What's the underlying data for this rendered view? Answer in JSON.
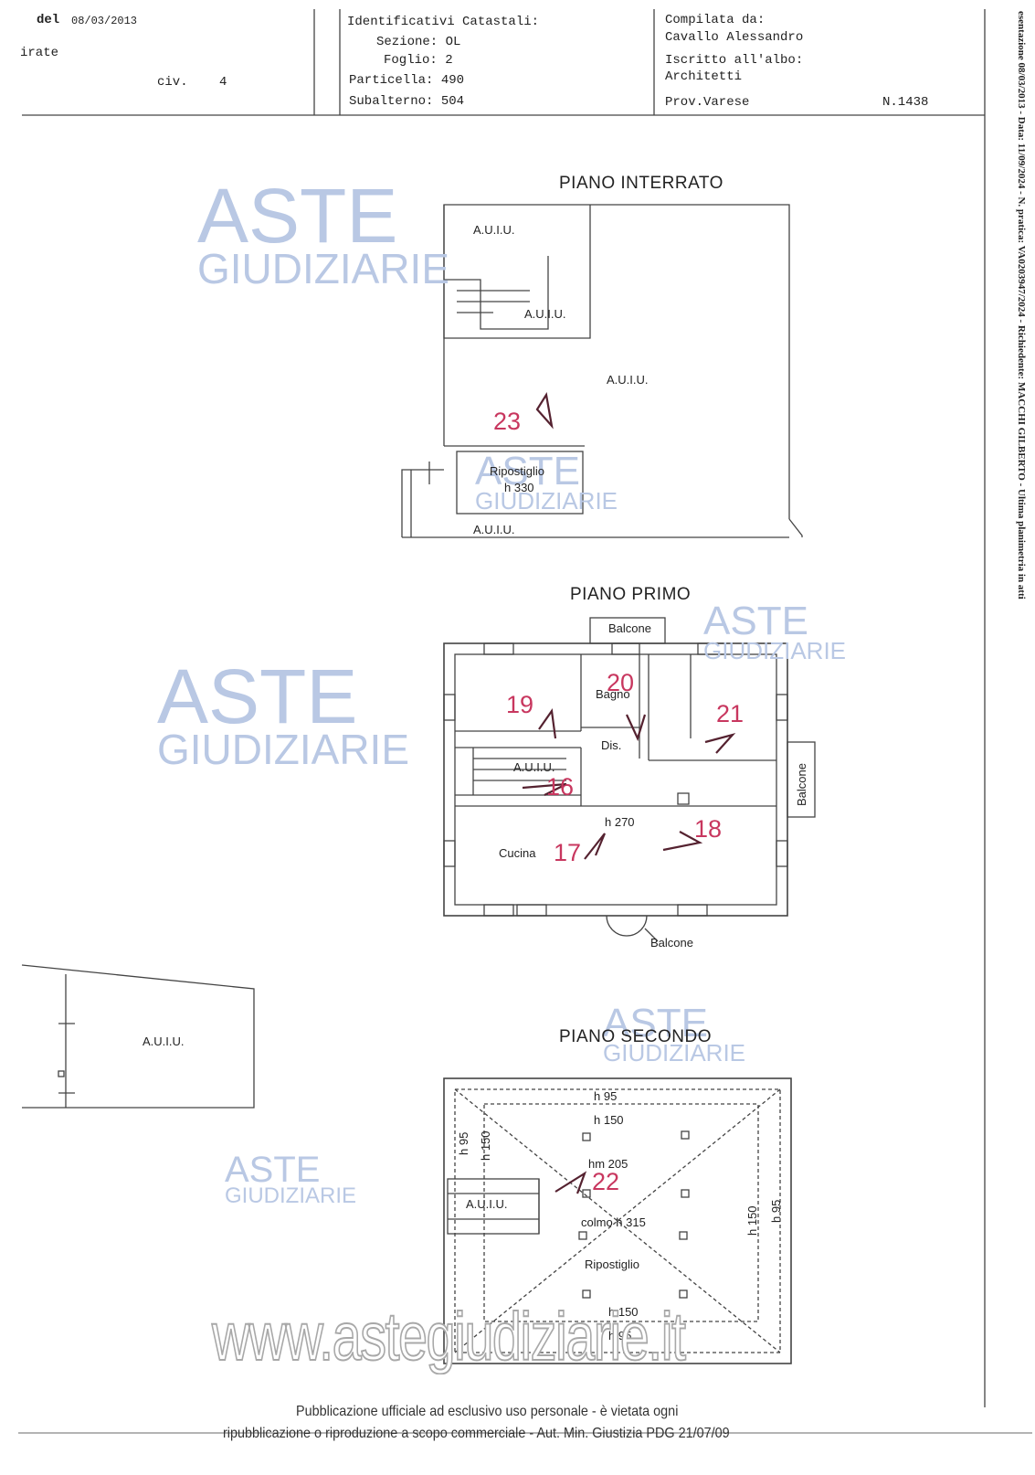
{
  "header": {
    "date_label": "del",
    "date_value": "08/03/2013",
    "left_fragment": "irate",
    "civ_label": "civ.",
    "civ_value": "4",
    "ident_title": "Identificativi Catastali:",
    "sezione": "Sezione: OL",
    "foglio": "Foglio: 2",
    "particella": "Particella: 490",
    "subalterno": "Subalterno: 504",
    "compilata_label": "Compilata da:",
    "compilata_name": "Cavallo Alessandro",
    "iscritto_label": "Iscritto all'albo:",
    "iscritto_value": "Architetti",
    "prov": "Prov.Varese",
    "numero": "N.1438"
  },
  "side_note": "esentazione 08/03/2013 - Data: 11/09/2024 - N. pratica: VA0203947/2024 - Richiedente: MACCHI GILBERTO - Ultima planimetria in atti",
  "piano_interrato": {
    "title": "PIANO INTERRATO",
    "labels": [
      "A.U.I.U.",
      "A.U.I.U.",
      "A.U.I.U.",
      "Ripostiglio",
      "h 330",
      "A.U.I.U."
    ],
    "marker": "23"
  },
  "piano_primo": {
    "title": "PIANO PRIMO",
    "balcone_top": "Balcone",
    "bagno": "Bagno",
    "dis": "Dis.",
    "auiu": "A.U.I.U.",
    "h": "h 270",
    "cucina": "Cucina",
    "balcone_right": "Balcone",
    "balcone_bottom": "Balcone",
    "markers": [
      "19",
      "20",
      "21",
      "16",
      "17",
      "18"
    ]
  },
  "annex": {
    "label": "A.U.I.U."
  },
  "piano_secondo": {
    "title": "PIANO SECONDO",
    "h95_top": "h 95",
    "h150_top": "h 150",
    "h95_left": "h 95",
    "h150_left": "h 150",
    "hm": "hm 205",
    "auiu": "A.U.I.U.",
    "colmo": "colmo h 315",
    "h150_right": "h 150",
    "h95_right": "h 95",
    "ripostiglio": "Ripostiglio",
    "h150_bottom": "h 150",
    "h95_bottom": "h 95",
    "marker": "22"
  },
  "watermarks": {
    "aste": "ASTE",
    "giudiziarie": "GIUDIZIARIE",
    "url": "www.astegiudiziarie.it"
  },
  "footer": {
    "line1": "Pubblicazione ufficiale ad esclusivo uso personale - è vietata ogni",
    "line2": "ripubblicazione o riproduzione a scopo commerciale - Aut. Min. Giustizia PDG 21/07/09"
  }
}
